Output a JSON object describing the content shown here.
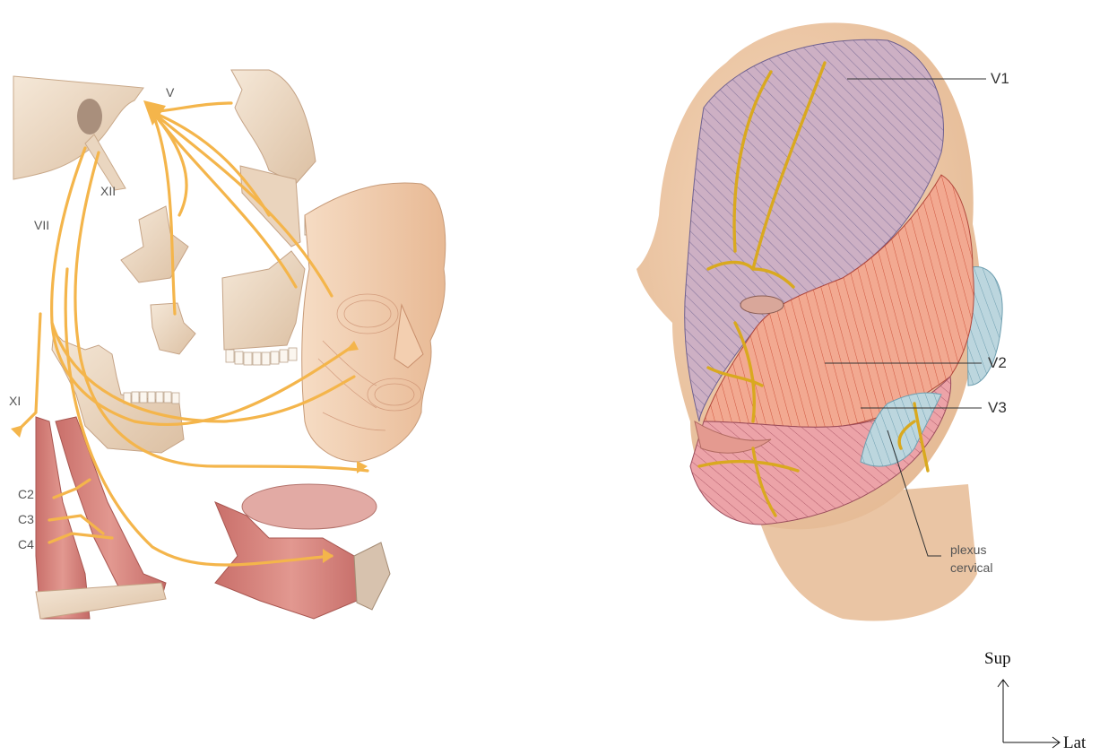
{
  "left_figure": {
    "nerve_labels": {
      "v": "V",
      "vii": "VII",
      "xii": "XII",
      "xi": "XI",
      "c2": "C2",
      "c3": "C3",
      "c4": "C4"
    }
  },
  "right_figure": {
    "region_labels": {
      "v1": "V1",
      "v2": "V2",
      "v3": "V3",
      "plexus_line1": "plexus",
      "plexus_line2": "cervical"
    }
  },
  "orientation": {
    "sup": "Sup",
    "lat": "Lat"
  },
  "colors": {
    "nerve": "#f4b54b",
    "bone": "#efdcc6",
    "skin": "#f1c9a6",
    "muscle": "#d6807a",
    "v1_zone": "#c9a9bd",
    "v2_zone": "#efa58c",
    "v3_zone": "#e9a1a5",
    "cervical_zone": "#b9d3dc"
  }
}
